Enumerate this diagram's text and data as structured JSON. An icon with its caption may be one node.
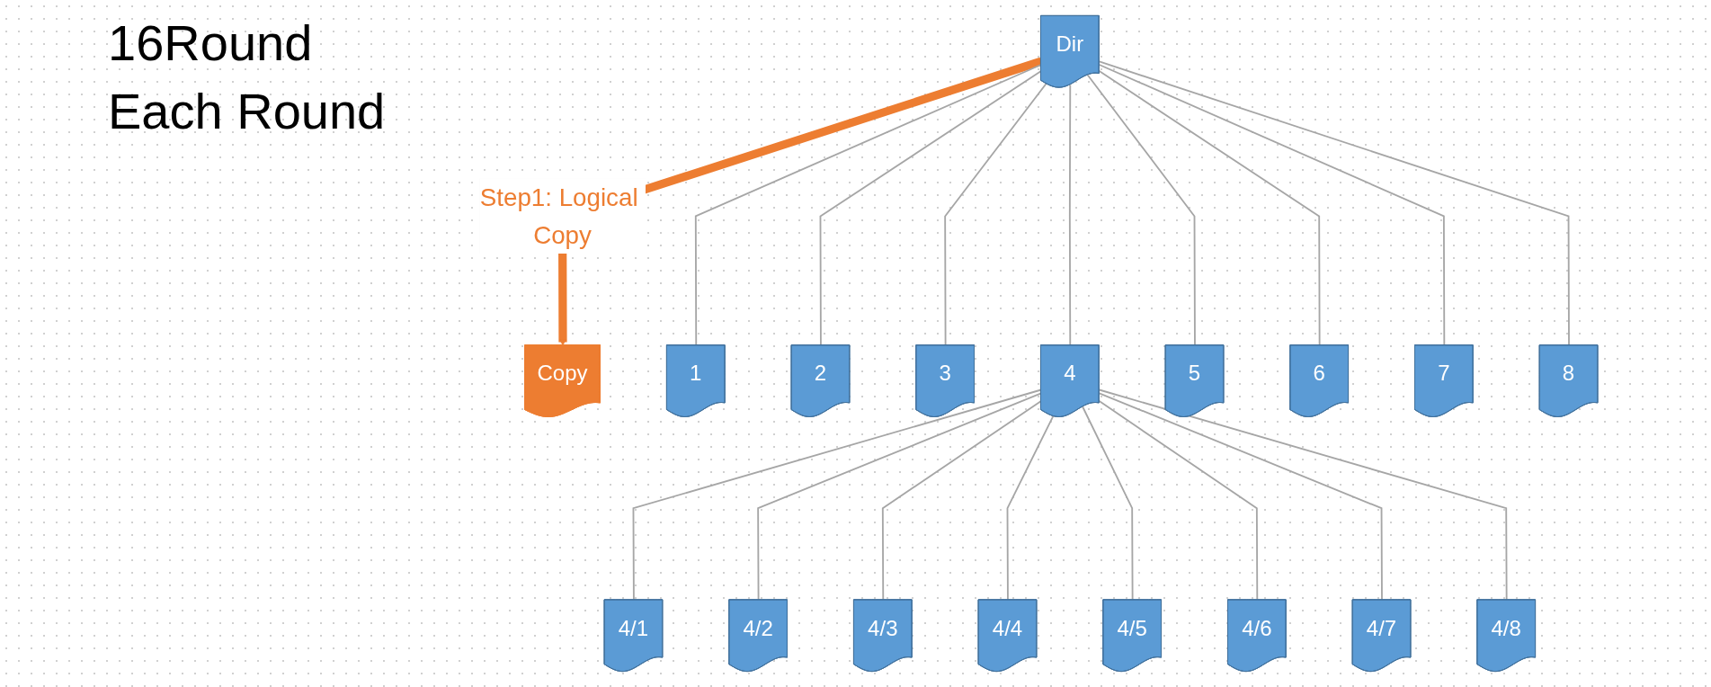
{
  "diagram": {
    "nodes": [
      {
        "text": [
          "Dir"
        ]
      },
      {
        "text": [
          "Copy"
        ]
      },
      {
        "text": [
          "1"
        ]
      },
      {
        "text": [
          "2"
        ]
      },
      {
        "text": [
          "3"
        ]
      },
      {
        "text": [
          "4"
        ]
      },
      {
        "text": [
          "5"
        ]
      },
      {
        "text": [
          "6"
        ]
      },
      {
        "text": [
          "7"
        ]
      },
      {
        "text": [
          "8"
        ]
      },
      {
        "text": [
          "4/1"
        ]
      },
      {
        "text": [
          "4/2"
        ]
      },
      {
        "text": [
          "4/3"
        ]
      },
      {
        "text": [
          "4/4"
        ]
      },
      {
        "text": [
          "4/5"
        ]
      },
      {
        "text": [
          "4/6"
        ]
      },
      {
        "text": [
          "4/7"
        ]
      },
      {
        "text": [
          "4/8"
        ]
      }
    ],
    "edges": [
      {
        "from": 0,
        "to": 1,
        "arrow": "to",
        "label": "Step1: Logical Copy",
        "style": "thick",
        "color": "#ed7d31"
      },
      {
        "from": 0,
        "to": 2,
        "arrow": "none"
      },
      {
        "from": 0,
        "to": 3,
        "arrow": "none"
      },
      {
        "from": 0,
        "to": 4,
        "arrow": "none"
      },
      {
        "from": 0,
        "to": 5,
        "arrow": "none"
      },
      {
        "from": 0,
        "to": 6,
        "arrow": "none"
      },
      {
        "from": 0,
        "to": 7,
        "arrow": "none"
      },
      {
        "from": 0,
        "to": 8,
        "arrow": "none"
      },
      {
        "from": 0,
        "to": 9,
        "arrow": "none"
      },
      {
        "from": 5,
        "to": 10,
        "arrow": "none"
      },
      {
        "from": 5,
        "to": 11,
        "arrow": "none"
      },
      {
        "from": 5,
        "to": 12,
        "arrow": "none"
      },
      {
        "from": 5,
        "to": 13,
        "arrow": "none"
      },
      {
        "from": 5,
        "to": 14,
        "arrow": "none"
      },
      {
        "from": 5,
        "to": 15,
        "arrow": "none"
      },
      {
        "from": 5,
        "to": 16,
        "arrow": "none"
      },
      {
        "from": 5,
        "to": 17,
        "arrow": "none"
      }
    ],
    "labels": [
      "16Round",
      "Each Round"
    ]
  }
}
